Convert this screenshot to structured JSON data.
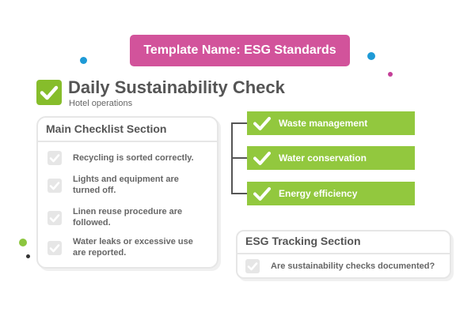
{
  "template_label": "Template Name: ESG Standards",
  "header": {
    "title": "Daily Sustainability Check",
    "subtitle": "Hotel operations"
  },
  "main_checklist": {
    "title": "Main Checklist Section",
    "items": [
      {
        "label": "Recycling is sorted correctly."
      },
      {
        "label": "Lights and equipment are turned off."
      },
      {
        "label": "Linen reuse procedure are followed."
      },
      {
        "label": "Water leaks or excessive use are reported."
      }
    ]
  },
  "categories": [
    {
      "label": "Waste management"
    },
    {
      "label": "Water conservation"
    },
    {
      "label": "Energy efficiency"
    }
  ],
  "esg_tracking": {
    "title": "ESG Tracking Section",
    "items": [
      {
        "label": "Are sustainability checks documented?"
      }
    ]
  },
  "colors": {
    "accent_pink": "#d2539b",
    "accent_green": "#92c83e",
    "check_green": "#86bd2b",
    "dot_blue": "#1e9ad6",
    "dot_magenta": "#c43f98",
    "dot_lime": "#8cc63f",
    "dot_dark": "#333333"
  }
}
